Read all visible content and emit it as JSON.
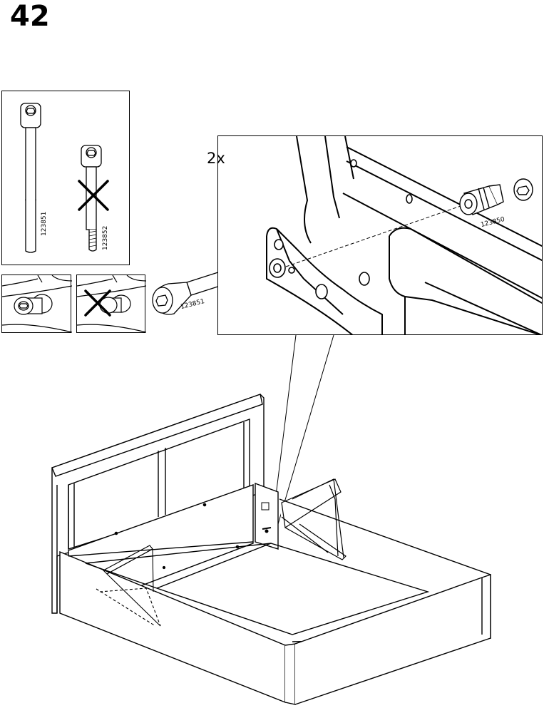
{
  "step": {
    "number": "42"
  },
  "screw_panel": {
    "screw_long_id": "123851",
    "screw_short_id": "123852"
  },
  "detail": {
    "quantity": "2x",
    "bolt_id": "123850",
    "screw_id": "123851"
  }
}
